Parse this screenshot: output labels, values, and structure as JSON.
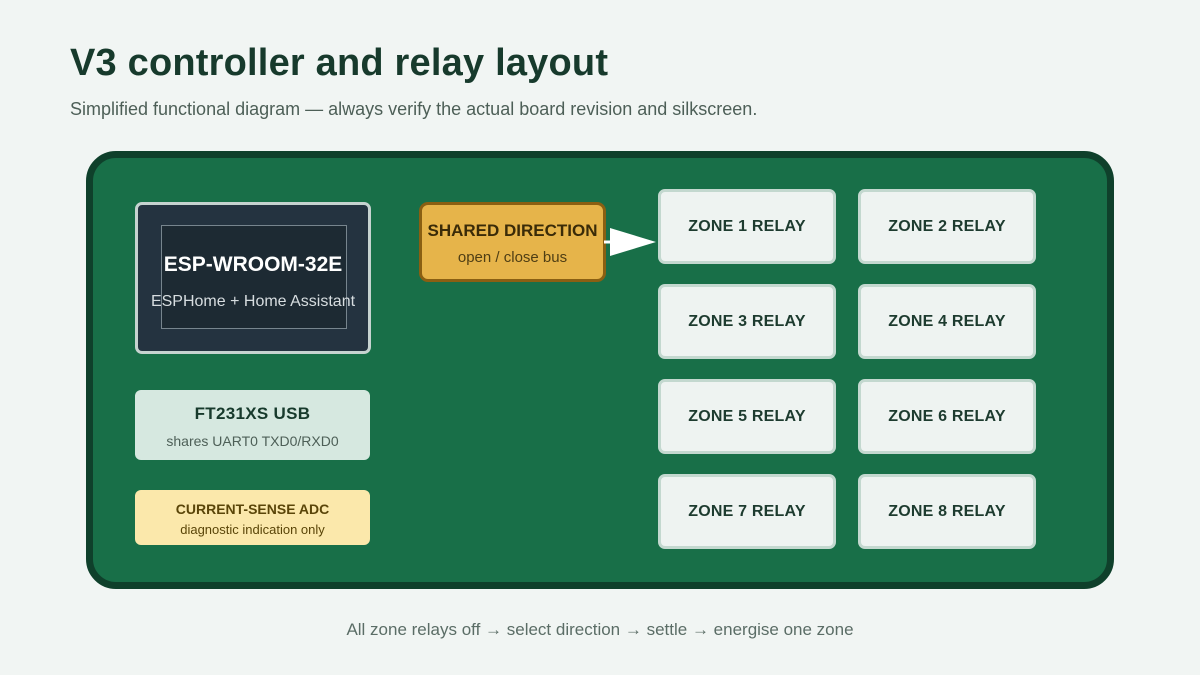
{
  "header": {
    "title": "V3 controller and relay layout",
    "subtitle": "Simplified functional diagram — always verify the actual board revision and silkscreen."
  },
  "board": {
    "esp": {
      "title": "ESP-WROOM-32E",
      "subtitle": "ESPHome + Home Assistant"
    },
    "usb": {
      "title": "FT231XS USB",
      "subtitle": "shares UART0 TXD0/RXD0"
    },
    "adc": {
      "title": "CURRENT-SENSE ADC",
      "subtitle": "diagnostic indication only"
    },
    "direction": {
      "title": "SHARED DIRECTION",
      "subtitle": "open / close bus"
    },
    "relays": [
      "ZONE 1 RELAY",
      "ZONE 2 RELAY",
      "ZONE 3 RELAY",
      "ZONE 4 RELAY",
      "ZONE 5 RELAY",
      "ZONE 6 RELAY",
      "ZONE 7 RELAY",
      "ZONE 8 RELAY"
    ]
  },
  "footer": {
    "sequence": "All zone relays off → select direction → settle → energise one zone"
  },
  "colors": {
    "board": "#186f48",
    "board_border": "#0f402b",
    "esp": "#243340",
    "usb": "#d6e8e0",
    "adc": "#fbe8ab",
    "direction": "#e6b44a",
    "relay": "#eef3f1"
  }
}
